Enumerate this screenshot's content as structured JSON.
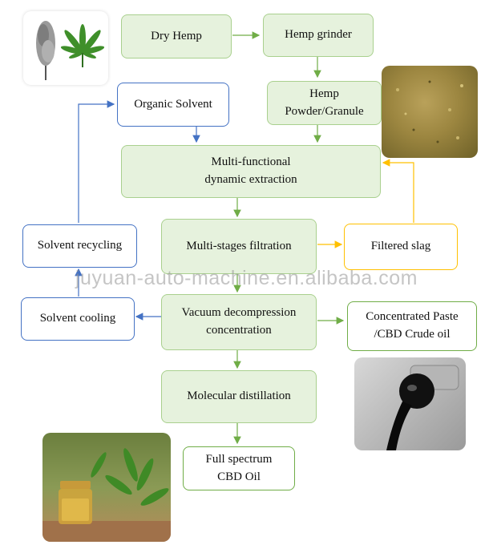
{
  "nodes": {
    "dry_hemp": "Dry Hemp",
    "hemp_grinder": "Hemp grinder",
    "hemp_powder": "Hemp\nPowder/Granule",
    "organic_solvent": "Organic Solvent",
    "extraction": "Multi-functional\ndynamic extraction",
    "filtration": "Multi-stages filtration",
    "filtered_slag": "Filtered slag",
    "solvent_recycling": "Solvent recycling",
    "solvent_cooling": "Solvent cooling",
    "vacuum_concentration": "Vacuum decompression\nconcentration",
    "concentrated_paste": "Concentrated Paste\n/CBD Crude oil",
    "molecular_distillation": "Molecular distillation",
    "cbd_oil": "Full spectrum\nCBD Oil"
  },
  "watermark": "juyuan-auto-machine.en.alibaba.com",
  "colors": {
    "green_border": "#a9d08e",
    "green_fill": "#e6f2dd",
    "green_arrow": "#70ad47",
    "blue": "#4472c4",
    "yellow": "#ffc000"
  },
  "images": [
    "tree-and-hemp-leaf-image",
    "hemp-powder-image",
    "crude-oil-image",
    "cbd-oil-bottle-image"
  ]
}
